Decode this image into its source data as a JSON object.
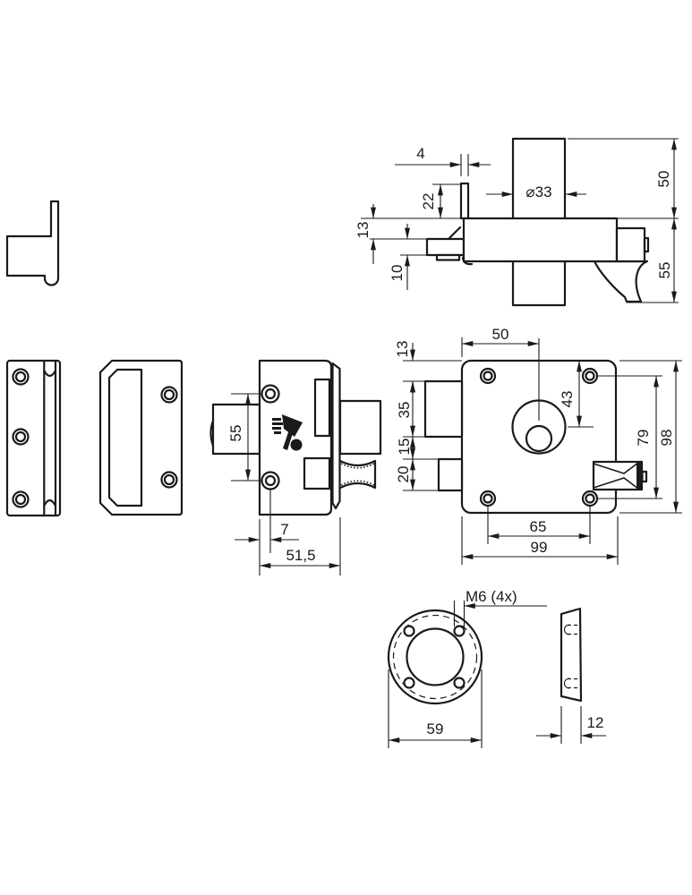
{
  "document": {
    "type": "technical-drawing",
    "subject": "rim lock / security deadbolt with cylinder, strike plates and rosette",
    "background": "#ffffff",
    "line_color": "#1a1a1a"
  },
  "dims": {
    "top": {
      "plate_thickness": "4",
      "cylinder_diameter": "⌀33",
      "upper_height": "50",
      "lower_height": "55",
      "tab_height": "22",
      "bolt_top_offset": "13",
      "bolt_height": "10"
    },
    "side": {
      "hole_spacing": "55",
      "hole_inset": "7",
      "depth": "51,5"
    },
    "back": {
      "hole_span_top": "50",
      "top_edge_offset": "13",
      "bolt_height": "35",
      "bolt_gap": "15",
      "lower_bolt_height": "20",
      "cylinder_center": "43",
      "hole_span_side": "79",
      "total_height": "98",
      "hole_span_bottom": "65",
      "total_width": "99"
    },
    "rosette": {
      "thread_spec": "M6  (4x)",
      "outer_diameter": "59",
      "thickness": "12"
    }
  }
}
